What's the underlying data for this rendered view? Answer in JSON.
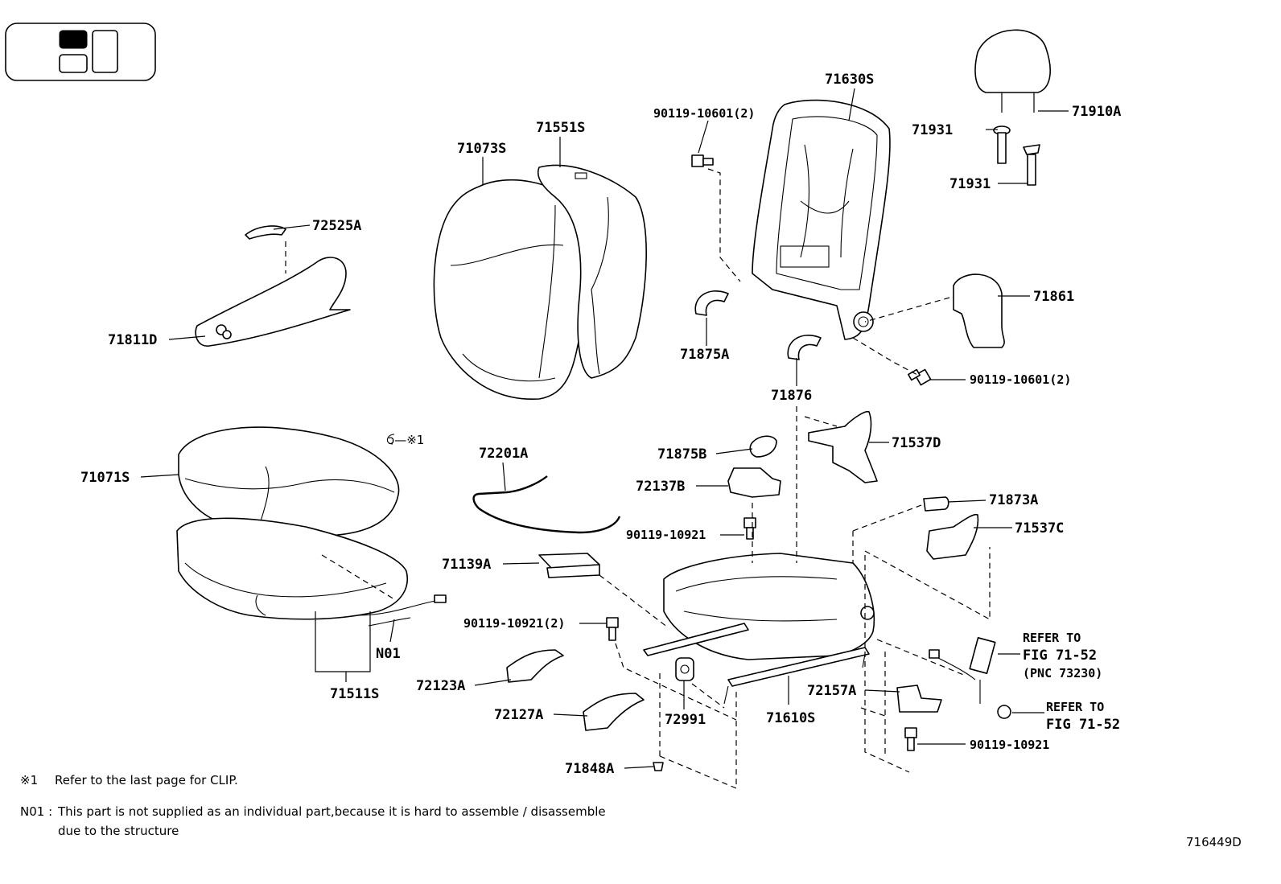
{
  "labels": {
    "p71630S": "71630S",
    "p90119_10601_2_top": "90119-10601(2)",
    "p71551S": "71551S",
    "p71073S": "71073S",
    "p72525A": "72525A",
    "p71811D": "71811D",
    "p71910A": "71910A",
    "p71931_a": "71931",
    "p71931_b": "71931",
    "p71861": "71861",
    "p71875A": "71875A",
    "p71876": "71876",
    "p90119_10601_2_right": "90119-10601(2)",
    "p71071S": "71071S",
    "clip_symbol": "ↄ—※1",
    "p72201A": "72201A",
    "p71875B": "71875B",
    "p71537D": "71537D",
    "p72137B": "72137B",
    "p90119_10921_a": "90119-10921",
    "p71873A": "71873A",
    "p71537C": "71537C",
    "p71139A": "71139A",
    "p90119_10921_2": "90119-10921(2)",
    "pN01": "N01",
    "p71511S": "71511S",
    "p72123A": "72123A",
    "p72127A": "72127A",
    "p72991": "72991",
    "p71610S": "71610S",
    "p72157A": "72157A",
    "p71848A": "71848A",
    "p90119_10921_b": "90119-10921",
    "refer1_line1": "REFER TO",
    "refer1_line2": "FIG 71-52",
    "refer1_line3": "(PNC 73230)",
    "refer2_line1": "REFER TO",
    "refer2_line2": "FIG 71-52"
  },
  "notes": {
    "note1_mark": "※1",
    "note1_text": "Refer to the last page for CLIP.",
    "note2_mark": "N01 :",
    "note2_text_line1": "This part is not supplied as an individual part,because it is hard to assemble / disassemble",
    "note2_text_line2": "due to the structure"
  },
  "diagram_id": "716449D"
}
